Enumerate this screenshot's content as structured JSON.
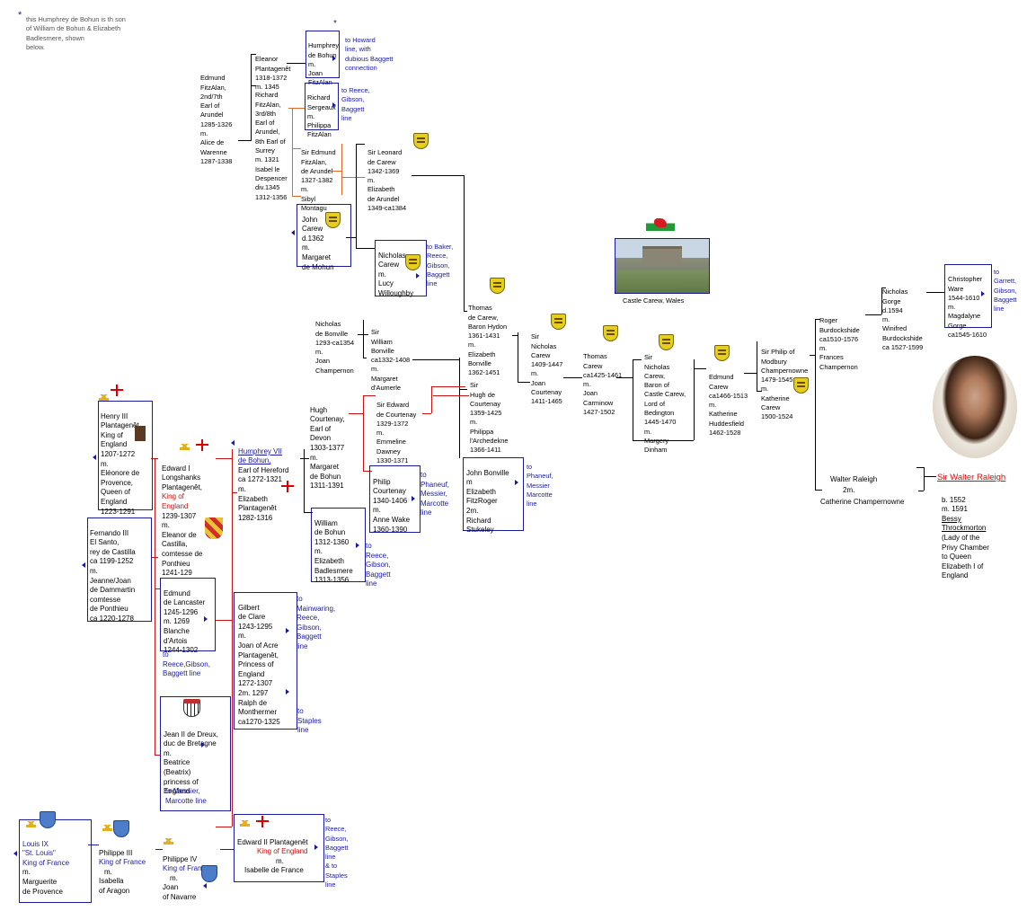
{
  "note": {
    "star": "*",
    "lines": [
      "this Humphrey de Bohun is th son",
      "of William de Bohun & Elizabeth",
      "Badlesmere, shown",
      "below."
    ]
  },
  "people": {
    "edmund_fitzalan": [
      "Edmund",
      "FitzAlan,",
      "2nd/7th",
      "Earl of",
      "Arundel",
      "1285-1326",
      "m.",
      "Alice de",
      "Warenne",
      "1287-1338"
    ],
    "eleanor_plantagenet": [
      "Eleanor",
      "Plantagenêt",
      "1318-1372",
      "m. 1345"
    ],
    "richard_fitzalan": [
      "Richard",
      "FitzAlan,",
      "3rd/8th",
      "Earl of",
      "Arundel,",
      "8th Earl of",
      "Surrey",
      "m. 1321",
      "Isabel le",
      "Despencer",
      "div.1345",
      "1312-1356"
    ],
    "humphrey_bohun_joan": [
      "Humphrey",
      "de Bohun",
      "m.",
      "Joan",
      "FitzAlan"
    ],
    "richard_sergeaux": [
      "Richard",
      "Sergeaux",
      "m.",
      "Philippa",
      "FitzAlan"
    ],
    "edmund_arundel": [
      "Sir Edmund",
      "FitzAlan,",
      "de Arundel",
      "1327-1382",
      "m.",
      "Sibyl",
      "Montagu"
    ],
    "leonard_carew": [
      "Sir Leonard",
      "de Carew",
      "1342-1369",
      "m.",
      "Elizabeth",
      "de Arundel",
      "1349-ca1384"
    ],
    "john_carew": [
      "John",
      "Carew",
      "d.1362",
      "m.",
      "Margaret",
      "de Mohun"
    ],
    "nicholas_carew": [
      "Nicholas",
      "Carew",
      "m.",
      "Lucy",
      "Willoughby"
    ],
    "nicholas_bonville": [
      "Nicholas",
      "de Bonville",
      "1293-ca1354",
      "m.",
      "Joan",
      "Champernon"
    ],
    "william_bonville": [
      "Sir",
      "William",
      "Bonville",
      "ca1332-1408",
      "m.",
      "Margaret",
      "d'Aumerle"
    ],
    "thomas_carew": [
      "Thomas",
      "de Carew,",
      "Baron Hydon",
      "1361-1431",
      "m.",
      "Elizabeth",
      "Bonville",
      "1362-1451"
    ],
    "nicholas_carew_1409": [
      "Sir",
      "Nicholas",
      "Carew",
      "1409-1447",
      "m.",
      "Joan",
      "Courtenay",
      "1411-1465"
    ],
    "thomas_carew_1425": [
      "Thomas",
      "Carew",
      "ca1425-1461",
      "m.",
      "Joan",
      "Carminow",
      "1427-1502"
    ],
    "nicholas_carew_beddington": [
      "Sir",
      "Nicholas",
      "Carew,",
      "Baron of",
      "Castle Carew,",
      "Lord of",
      "Bedington",
      "1445-1470",
      "m.",
      "Margery",
      "Dinham"
    ],
    "edmund_carew": [
      "Edmund",
      "Carew",
      "ca1466-1513",
      "m.",
      "Katherine",
      "Huddesfield",
      "1462-1528"
    ],
    "philip_champernowne": [
      "Sir Philip of",
      "Modbury",
      "Champernowne",
      "1479-1545",
      "m.",
      "Katherine",
      "Carew",
      "1500-1524"
    ],
    "roger_burdockshide": [
      "Roger",
      "Burdockshide",
      "ca1510-1576",
      "m.",
      "Frances",
      "Champernon"
    ],
    "nicholas_gorge": [
      "Nicholas",
      "Gorge",
      "d.1594",
      "m.",
      "Winifred",
      "Burdockshide",
      "ca 1527-1599"
    ],
    "christopher_ware": [
      "Christopher",
      "Ware",
      "1544-1610",
      "m.",
      "Magdalyne",
      "Gorge",
      "ca1545-1610"
    ],
    "hugh_courtenay_devon": [
      "Hugh",
      "Courtenay,",
      "Earl of",
      "Devon",
      "1303-1377",
      "m.",
      "Margaret",
      "de Bohun",
      "1311-1391"
    ],
    "edward_courtenay": [
      "Sir Edward",
      "de Courtenay",
      "1329-1372",
      "m.",
      "Emmeline",
      "Dawney",
      "1330-1371"
    ],
    "hugh_courtenay": [
      "Sir",
      "Hugh de",
      "Courtenay",
      "1359-1425",
      "m.",
      "Philippa",
      "l'Archedekne",
      "1366-1411"
    ],
    "john_bonville": [
      "John Bonville",
      "m",
      "Elizabeth",
      "FitzRoger",
      "2m.",
      "Richard",
      "Stukeley"
    ],
    "philip_courtenay": [
      "Philip",
      "Courtenay",
      "1340-1406",
      "m.",
      "Anne Wake",
      "1360-1390"
    ],
    "humphrey_vii": [
      "Humphrey VII",
      "de Bohun,",
      "Earl of Hereford",
      "ca 1272-1321",
      "m.",
      "Elizabeth",
      "Plantagenêt",
      "1282-1316"
    ],
    "william_bohun": [
      "William",
      "de Bohun",
      "1312-1360",
      "m.",
      "Elizabeth",
      "Badlesmere",
      "1313-1356"
    ],
    "henry_iii": [
      "Henry III",
      "Plantagenêt,",
      "King of",
      "England",
      "1207-1272",
      "m.",
      "Eléonore de",
      "Provence,",
      "Queen of",
      "England",
      "1223-1291"
    ],
    "edward_i": [
      "Edward I",
      "Longshanks",
      "Plantagenêt,",
      "King of",
      "England",
      "1239-1307",
      "m.",
      "Eleanor de",
      "Castilla,",
      "comtesse de",
      "Ponthieu",
      "1241-129"
    ],
    "fernando_iii": [
      "Fernando III",
      "El Santo,",
      "rey de Castilla",
      "ca 1199-1252",
      "m.",
      "Jeanne/Joan",
      "de Dammartin",
      "comtesse",
      "de Ponthieu",
      "ca 1220-1278"
    ],
    "edmund_lancaster": [
      "Edmund",
      "de Lancaster",
      "1245-1296",
      "m. 1269",
      "Blanche",
      "d'Artois",
      "1244-1302"
    ],
    "gilbert_clare": [
      "Gilbert",
      "de Clare",
      "1243-1295",
      "m.",
      "Joan of Acre",
      "Plantagenêt,",
      "Princess of",
      "England",
      "1272-1307",
      "2m. 1297",
      "Ralph de",
      "Monthermer",
      "ca1270-1325"
    ],
    "jean_dreux": [
      "Jean II de Dreux,",
      "duc de Bretagne",
      "m.",
      "Beatrice",
      "(Beatrix)",
      "princess of",
      "England"
    ],
    "edward_ii": [
      "Edward II Plantagenêt",
      "King of England",
      "m.",
      "Isabelle de France"
    ],
    "louis_ix": [
      "Louis IX",
      "\"St. Louis\"",
      "King of France",
      "m.",
      "Marguerite",
      "de Provence"
    ],
    "philippe_iii": [
      "Philippe III",
      "King of France",
      "m.",
      "Isabella",
      "of Aragon"
    ],
    "philippe_iv": [
      "Philippe IV",
      "King of France",
      "m.",
      "Joan",
      "of Navarre"
    ],
    "walter_raleigh_sr": [
      "Walter Raleigh",
      "2m.",
      "Catherine Champernowne"
    ],
    "sir_walter_raleigh": [
      "Sir Walter Raleigh",
      "b. 1552",
      "m. 1591",
      "Bessy",
      "Throckmorton",
      "(Lady of the",
      "Privy Chamber",
      "to Queen",
      "Elizabeth I of",
      "England"
    ]
  },
  "links": {
    "howard": [
      "to Howard",
      "line, with",
      "dubious Baggett",
      "connection"
    ],
    "reece_gibson_baggett": [
      "to Reece,",
      "Gibson,",
      "Baggett",
      "line"
    ],
    "baker": [
      "to Baker,",
      "Reece,",
      "Gibson,",
      "Baggett",
      "line"
    ],
    "garrett": [
      "to",
      "Garrett,",
      "Gibson,",
      "Baggett",
      "line"
    ],
    "phaneuf_courtenay": [
      "to",
      "Phaneuf,",
      "Messier,",
      "Marcotte",
      "line"
    ],
    "phaneuf_bonville": [
      "to",
      "Phaneuf,",
      "Messier",
      "Marcotte",
      "line"
    ],
    "reece_bohun": [
      "to",
      "Reece,",
      "Gibson,",
      "Baggett",
      "line"
    ],
    "mainwaring": [
      "to",
      "Mainwaring,",
      "Reece,",
      "Gibson,",
      "Baggett",
      "line"
    ],
    "lancaster_line": [
      "to",
      "Reece,Gibson,",
      "Baggett line"
    ],
    "staples": [
      "to",
      "Staples",
      "line"
    ],
    "messier": [
      "to Messier,",
      "Marcotte line"
    ],
    "edward_ii_lines": [
      "to",
      "Reece,",
      "Gibson,",
      "Baggett",
      "line",
      "& to",
      "Staples",
      "line"
    ]
  },
  "castle_caption": "Castle Carew, Wales",
  "icons": {
    "wales_flag": "wales-flag-icon",
    "st_george": "st-george-cross-icon",
    "carew_arms": "carew-arms-icon",
    "france_arms": "france-arms-icon",
    "crown": "crown-icon",
    "castle_photo": "castle-carew-photo",
    "portrait": "raleigh-portrait"
  }
}
